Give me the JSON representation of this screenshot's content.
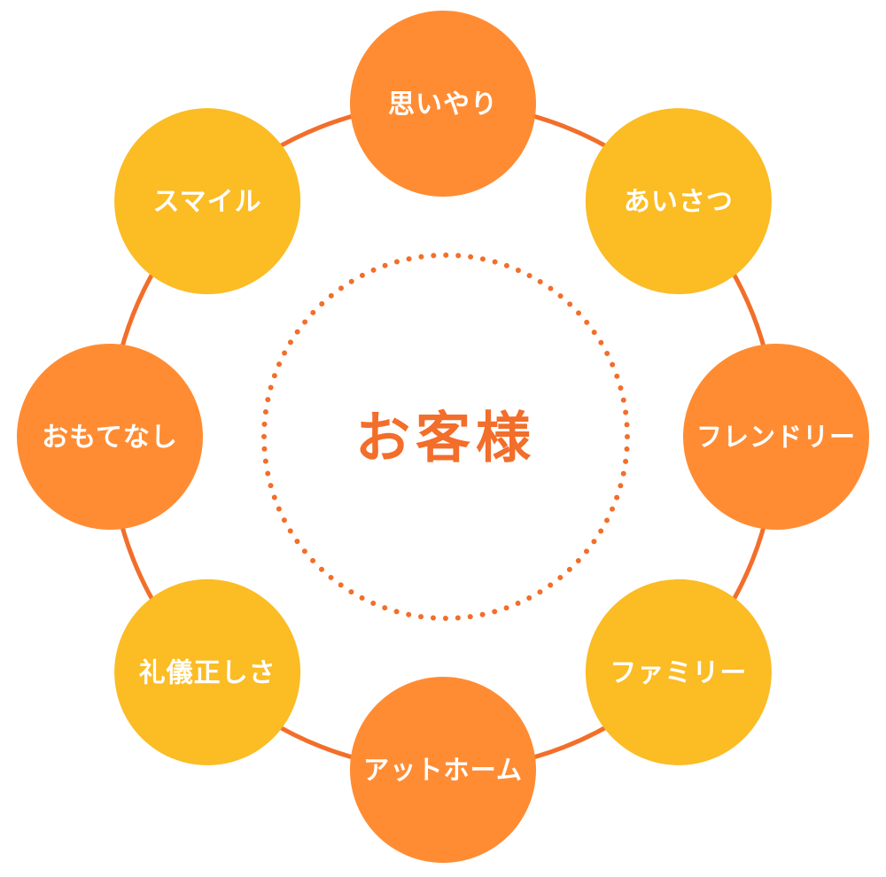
{
  "colors": {
    "ring": "#F26E2A",
    "dotted_ring": "#F26E2A",
    "orange_node": "#FF8C33",
    "yellow_node": "#FBBC24",
    "node_text": "#FFFFFF",
    "center_text": "#F26E2A",
    "background": "#FFFFFF"
  },
  "center": {
    "label": "お客様"
  },
  "nodes": [
    {
      "label": "思いやり",
      "tone": "orange"
    },
    {
      "label": "あいさつ",
      "tone": "yellow"
    },
    {
      "label": "フレンドリー",
      "tone": "orange"
    },
    {
      "label": "ファミリー",
      "tone": "yellow"
    },
    {
      "label": "アットホーム",
      "tone": "orange"
    },
    {
      "label": "礼儀正しさ",
      "tone": "yellow"
    },
    {
      "label": "おもてなし",
      "tone": "orange"
    },
    {
      "label": "スマイル",
      "tone": "yellow"
    }
  ]
}
